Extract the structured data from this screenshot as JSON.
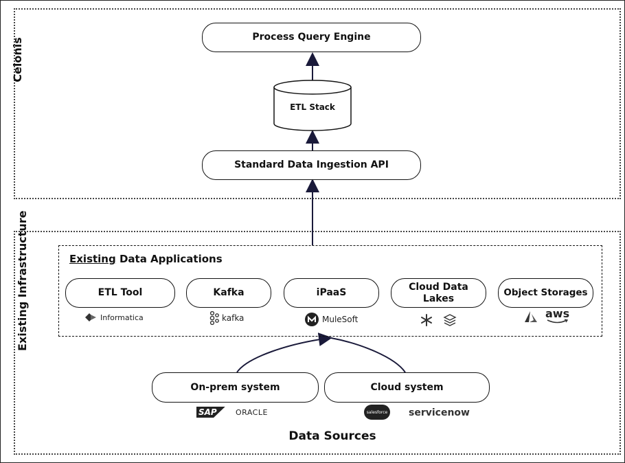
{
  "zones": {
    "celonis": "Celonis",
    "existing_infrastructure": "Existing Infrastructure"
  },
  "celonis": {
    "process_query_engine": "Process Query Engine",
    "etl_stack": "ETL Stack",
    "standard_ingestion_api": "Standard Data Ingestion API"
  },
  "data_applications": {
    "title_underlined": "Existing",
    "title_rest": " Data Applications",
    "items": [
      {
        "label": "ETL Tool",
        "logos": [
          "Informatica"
        ]
      },
      {
        "label": "Kafka",
        "logos": [
          "kafka"
        ]
      },
      {
        "label": "iPaaS",
        "logos": [
          "MuleSoft"
        ]
      },
      {
        "label": "Cloud Data Lakes",
        "logos": [
          "snowflake-icon",
          "stack-icon"
        ]
      },
      {
        "label": "Object Storages",
        "logos": [
          "azure-icon",
          "aws"
        ]
      }
    ]
  },
  "sources": {
    "title": "Data Sources",
    "on_prem": "On-prem system",
    "cloud": "Cloud system",
    "on_prem_logos": [
      "SAP",
      "ORACLE"
    ],
    "cloud_logos": [
      "salesforce",
      "servicenow"
    ]
  }
}
